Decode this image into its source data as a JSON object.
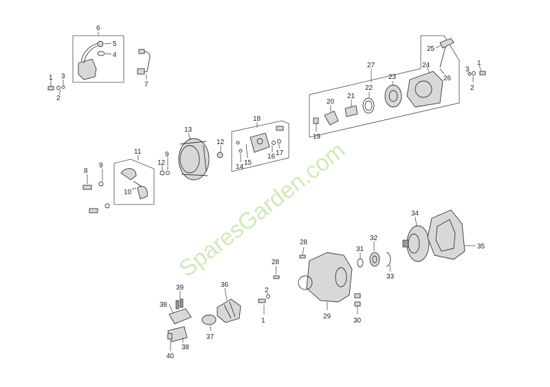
{
  "diagram": {
    "watermark": "SparesGarden.com",
    "labels": [
      "1",
      "2",
      "3",
      "4",
      "5",
      "6",
      "7",
      "8",
      "9",
      "10",
      "11",
      "12",
      "13",
      "14",
      "15",
      "16",
      "17",
      "18",
      "19",
      "20",
      "21",
      "22",
      "23",
      "24",
      "25",
      "26",
      "27",
      "28",
      "29",
      "30",
      "31",
      "32",
      "33",
      "34",
      "35",
      "36",
      "37",
      "38",
      "39",
      "40"
    ]
  },
  "colors": {
    "background": "#ffffff",
    "line": "#333333",
    "watermark": "#bfe3a6"
  }
}
